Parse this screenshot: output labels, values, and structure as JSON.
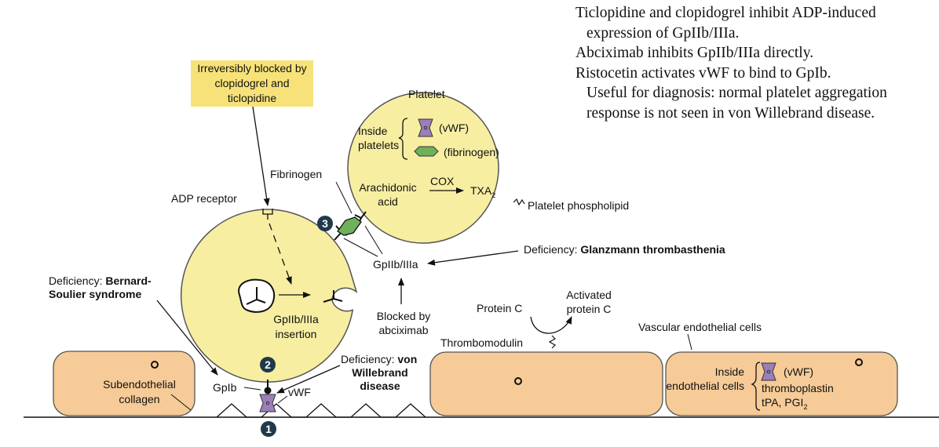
{
  "notes": {
    "line1": "Ticlopidine and clopidogrel inhibit ADP-induced expression of GpIIb/IIIa.",
    "line2": "Abciximab inhibits GpIIb/IIIa directly.",
    "line3": "Ristocetin activates vWF to bind to GpIb.",
    "line4": "Useful for diagnosis: normal platelet aggregation response is not seen in von Willebrand disease."
  },
  "labels": {
    "irreversibly_blocked": "Irreversibly blocked by clopidogrel and ticlopidine",
    "adp_receptor": "ADP receptor",
    "fibrinogen": "Fibrinogen",
    "platelet_title": "Platelet",
    "inside_platelets": "Inside platelets",
    "vwf_in_platelet": "(vWF)",
    "fibrinogen_in_platelet": "(fibrinogen)",
    "arachidonic_acid": "Arachidonic acid",
    "cox": "COX",
    "txa": "TXA",
    "txa_sub": "2",
    "platelet_phospholipid": "Platelet phospholipid",
    "deficiency_glanzmann_prefix": "Deficiency: ",
    "deficiency_glanzmann_name": "Glanzmann thrombasthenia",
    "gpiib_iiia": "GpIIb/IIIa",
    "deficiency_bernard_prefix": "Deficiency: ",
    "deficiency_bernard_name_1": "Bernard-",
    "deficiency_bernard_name_2": "Soulier syndrome",
    "gpiib_insertion": "GpIIb/IIIa insertion",
    "blocked_by_abciximab": "Blocked by abciximab",
    "protein_c": "Protein C",
    "activated_protein_c": "Activated protein C",
    "vascular_endothelial": "Vascular endothelial cells",
    "thrombomodulin": "Thrombomodulin",
    "deficiency_vwd_prefix": "Deficiency: ",
    "deficiency_vwd_name_1": "von",
    "deficiency_vwd_name_2": "Willebrand",
    "deficiency_vwd_name_3": "disease",
    "subendothelial_collagen": "Subendothelial collagen",
    "gpib": "GpIb",
    "vwf": "vWF",
    "inside_endothelial": "Inside endothelial cells",
    "vwf_endothelial": "(vWF)",
    "thromboplastin": "thromboplastin",
    "tpa_pgi": "tPA, PGI",
    "tpa_pgi_sub": "2"
  },
  "badges": [
    "1",
    "2",
    "3"
  ],
  "colors": {
    "platelet_fill": "#f7eea2",
    "tissue_fill": "#f6cb98",
    "highlight": "#f7e27a",
    "vwf_purple": "#9b7fb8",
    "fibrinogen_green": "#6fb05a",
    "badge": "#1f3a4a"
  }
}
